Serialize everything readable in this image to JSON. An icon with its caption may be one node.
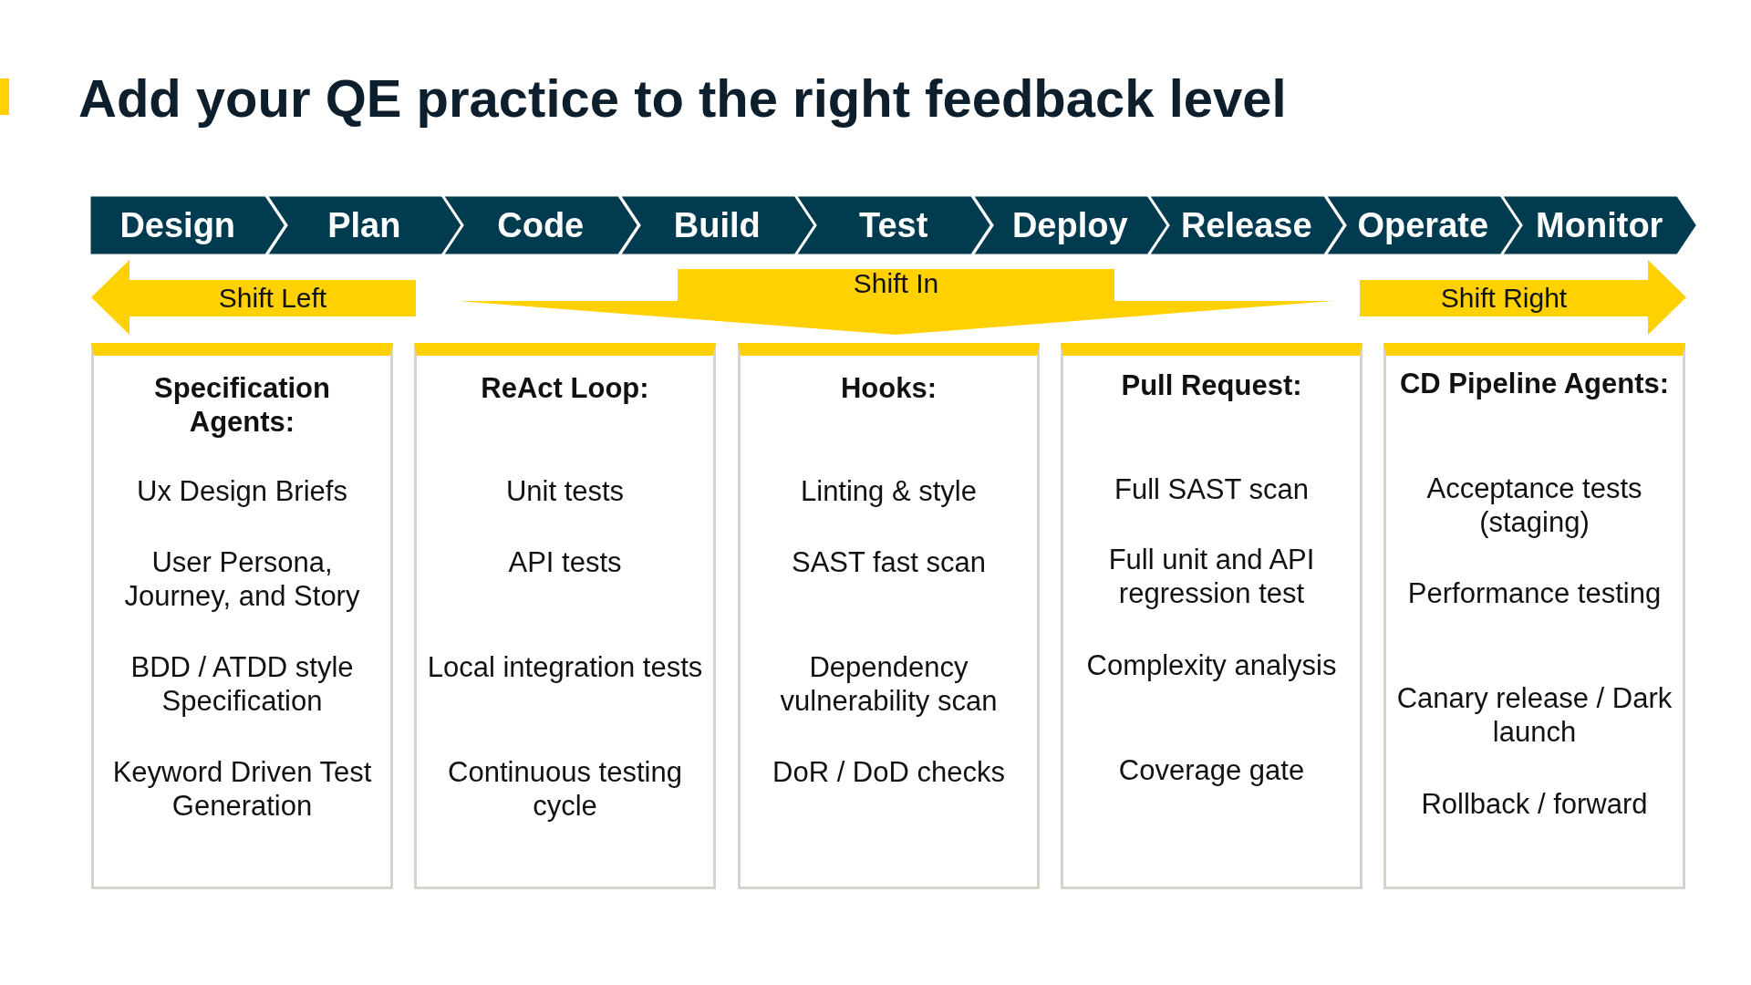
{
  "diagram": {
    "title": "Add your QE practice to the right feedback level",
    "nodes": [
      {
        "text": [
          "Design"
        ]
      },
      {
        "text": [
          "Plan"
        ]
      },
      {
        "text": [
          "Code"
        ]
      },
      {
        "text": [
          "Build"
        ]
      },
      {
        "text": [
          "Test"
        ]
      },
      {
        "text": [
          "Deploy"
        ]
      },
      {
        "text": [
          "Release"
        ]
      },
      {
        "text": [
          "Operate"
        ]
      },
      {
        "text": [
          "Monitor"
        ]
      },
      {
        "text": [
          "Shift Left"
        ]
      },
      {
        "text": [
          "Shift In"
        ]
      },
      {
        "text": [
          "Shift Right"
        ]
      },
      {
        "text": [
          "Specification Agents:",
          "Ux Design Briefs",
          "User Persona, Journey, and Story",
          "BDD / ATDD style Specification",
          "Keyword Driven Test Generation"
        ]
      },
      {
        "text": [
          "ReAct Loop:",
          "Unit tests",
          "API tests",
          "Local integration tests",
          "Continuous testing cycle"
        ]
      },
      {
        "text": [
          "Hooks:",
          "Linting & style",
          "SAST fast scan",
          "Dependency vulnerability scan",
          "DoR / DoD checks"
        ]
      },
      {
        "text": [
          "Pull Request:",
          "Full SAST scan",
          "Full unit and API regression test",
          "Complexity analysis",
          "Coverage gate"
        ]
      },
      {
        "text": [
          "CD Pipeline Agents:",
          "Acceptance tests (staging)",
          "Performance testing",
          "Canary release / Dark launch",
          "Rollback / forward"
        ]
      }
    ],
    "edges": []
  }
}
